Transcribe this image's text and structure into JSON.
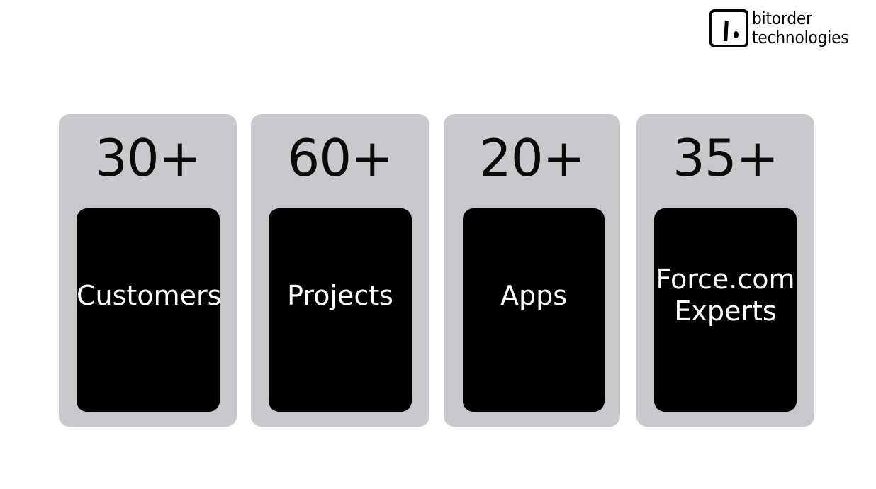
{
  "background_color": "#ffffff",
  "brand": {
    "mark_icon": "bitorder-logo-mark",
    "name_line1": "bitorder",
    "name_line2": "technologies",
    "color": "#000000"
  },
  "stats": {
    "card_background": "#c8c9cc",
    "panel_background": "#000000",
    "number_color": "#0a0a0a",
    "label_color": "#ffffff",
    "items": [
      {
        "number": "30+",
        "label": "Customers",
        "lines": 1
      },
      {
        "number": "60+",
        "label": "Projects",
        "lines": 1
      },
      {
        "number": "20+",
        "label": "Apps",
        "lines": 1
      },
      {
        "number": "35+",
        "label": "Force.com\nExperts",
        "lines": 2
      }
    ]
  }
}
